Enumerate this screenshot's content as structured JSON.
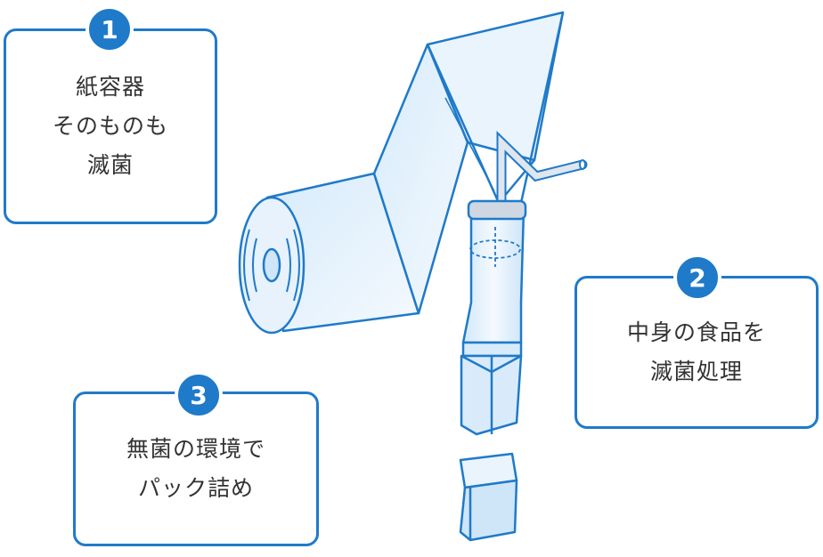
{
  "callouts": [
    {
      "number": "1",
      "lines": [
        "紙容器",
        "そのものも",
        "滅菌"
      ]
    },
    {
      "number": "2",
      "lines": [
        "中身の食品を",
        "滅菌処理"
      ]
    },
    {
      "number": "3",
      "lines": [
        "無菌の環境で",
        "パック詰め"
      ]
    }
  ],
  "colors": {
    "accent": "#1f7ac9",
    "fill_light": "#e3f0fb",
    "fill_mid": "#c4dff5",
    "outline": "#1f7ac9"
  }
}
